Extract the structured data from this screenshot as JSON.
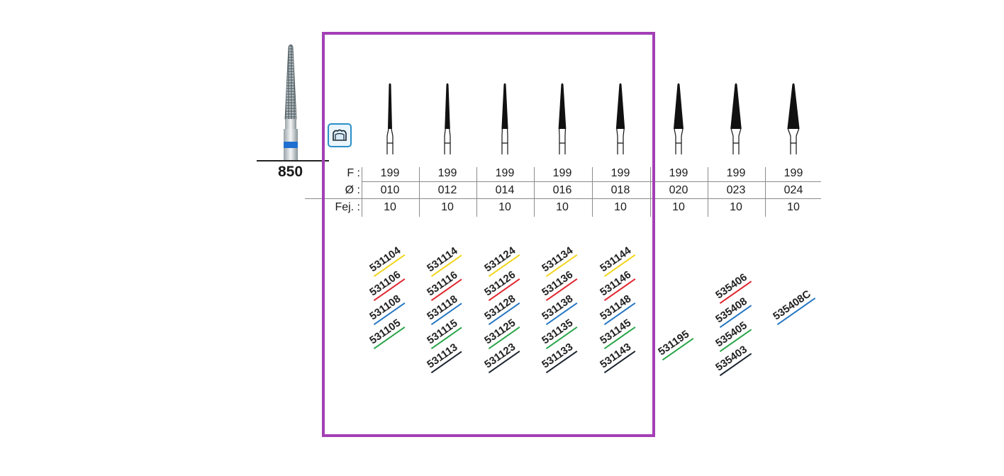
{
  "product": {
    "model": "850"
  },
  "row_labels": {
    "figure": "F :",
    "diameter": "Ø :",
    "head": "Fej. :"
  },
  "columns": [
    {
      "figure": "199",
      "diameter": "010",
      "head": "10",
      "codes": [
        {
          "code": "531104",
          "color": "#f2d51c"
        },
        {
          "code": "531106",
          "color": "#e0262e"
        },
        {
          "code": "531108",
          "color": "#2677c2"
        },
        {
          "code": "531105",
          "color": "#2aa54a"
        }
      ]
    },
    {
      "figure": "199",
      "diameter": "012",
      "head": "10",
      "codes": [
        {
          "code": "531114",
          "color": "#f2d51c"
        },
        {
          "code": "531116",
          "color": "#e0262e"
        },
        {
          "code": "531118",
          "color": "#2677c2"
        },
        {
          "code": "531115",
          "color": "#2aa54a"
        },
        {
          "code": "531113",
          "color": "#1b2430"
        }
      ]
    },
    {
      "figure": "199",
      "diameter": "014",
      "head": "10",
      "codes": [
        {
          "code": "531124",
          "color": "#f2d51c"
        },
        {
          "code": "531126",
          "color": "#e0262e"
        },
        {
          "code": "531128",
          "color": "#2677c2"
        },
        {
          "code": "531125",
          "color": "#2aa54a"
        },
        {
          "code": "531123",
          "color": "#1b2430"
        }
      ]
    },
    {
      "figure": "199",
      "diameter": "016",
      "head": "10",
      "codes": [
        {
          "code": "531134",
          "color": "#f2d51c"
        },
        {
          "code": "531136",
          "color": "#e0262e"
        },
        {
          "code": "531138",
          "color": "#2677c2"
        },
        {
          "code": "531135",
          "color": "#2aa54a"
        },
        {
          "code": "531133",
          "color": "#1b2430"
        }
      ]
    },
    {
      "figure": "199",
      "diameter": "018",
      "head": "10",
      "codes": [
        {
          "code": "531144",
          "color": "#f2d51c"
        },
        {
          "code": "531146",
          "color": "#e0262e"
        },
        {
          "code": "531148",
          "color": "#2677c2"
        },
        {
          "code": "531145",
          "color": "#2aa54a"
        },
        {
          "code": "531143",
          "color": "#1b2430"
        }
      ]
    },
    {
      "figure": "199",
      "diameter": "020",
      "head": "10",
      "codes": [
        {
          "code": "531195",
          "color": "#2aa54a"
        }
      ]
    },
    {
      "figure": "199",
      "diameter": "023",
      "head": "10",
      "codes": [
        {
          "code": "535406",
          "color": "#e0262e"
        },
        {
          "code": "535408",
          "color": "#2677c2"
        },
        {
          "code": "535405",
          "color": "#2aa54a"
        },
        {
          "code": "535403",
          "color": "#1b2430"
        }
      ]
    },
    {
      "figure": "199",
      "diameter": "024",
      "head": "10",
      "codes": [
        {
          "code": "535408C",
          "color": "#2677c2"
        }
      ]
    }
  ],
  "colors": {
    "highlight": "#a33fb5",
    "icon": "#2a8fc7",
    "band": "#1f6fd0"
  },
  "icons": {
    "crown": "crown-prep-icon",
    "bur": "diamond-bur-image"
  }
}
